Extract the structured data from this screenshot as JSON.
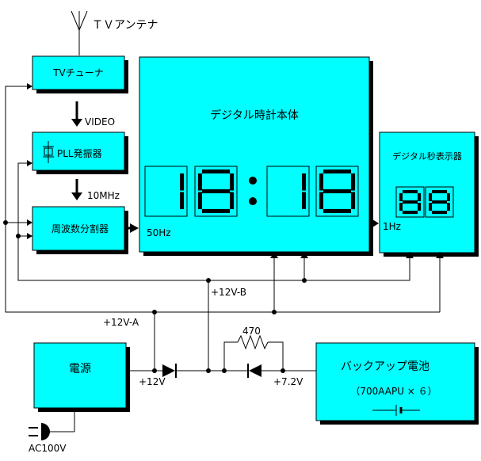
{
  "antenna": {
    "label": "ＴＶアンテナ"
  },
  "tuner": {
    "label": "TVチューナ"
  },
  "video_signal": {
    "label": "VIDEO"
  },
  "pll": {
    "label": "PLL発振器"
  },
  "tenmhz_signal": {
    "label": "10MHz"
  },
  "divider": {
    "label": "周波数分割器"
  },
  "clock_main": {
    "label": "デジタル時計本体",
    "digits": "18:18",
    "input_label": "50Hz"
  },
  "seconds_display": {
    "label": "デジタル秒表示器",
    "digits": "88",
    "input_label": "1Hz"
  },
  "power": {
    "label": "電源",
    "plug_label": "AC100V"
  },
  "rails": {
    "a": "+12V-A",
    "b": "+12V-B",
    "out": "+12V",
    "backup": "+7.2V"
  },
  "resistor": {
    "label": "470"
  },
  "backup_battery": {
    "label": "バックアップ電池",
    "spec": "（700AAPU × ６）"
  }
}
